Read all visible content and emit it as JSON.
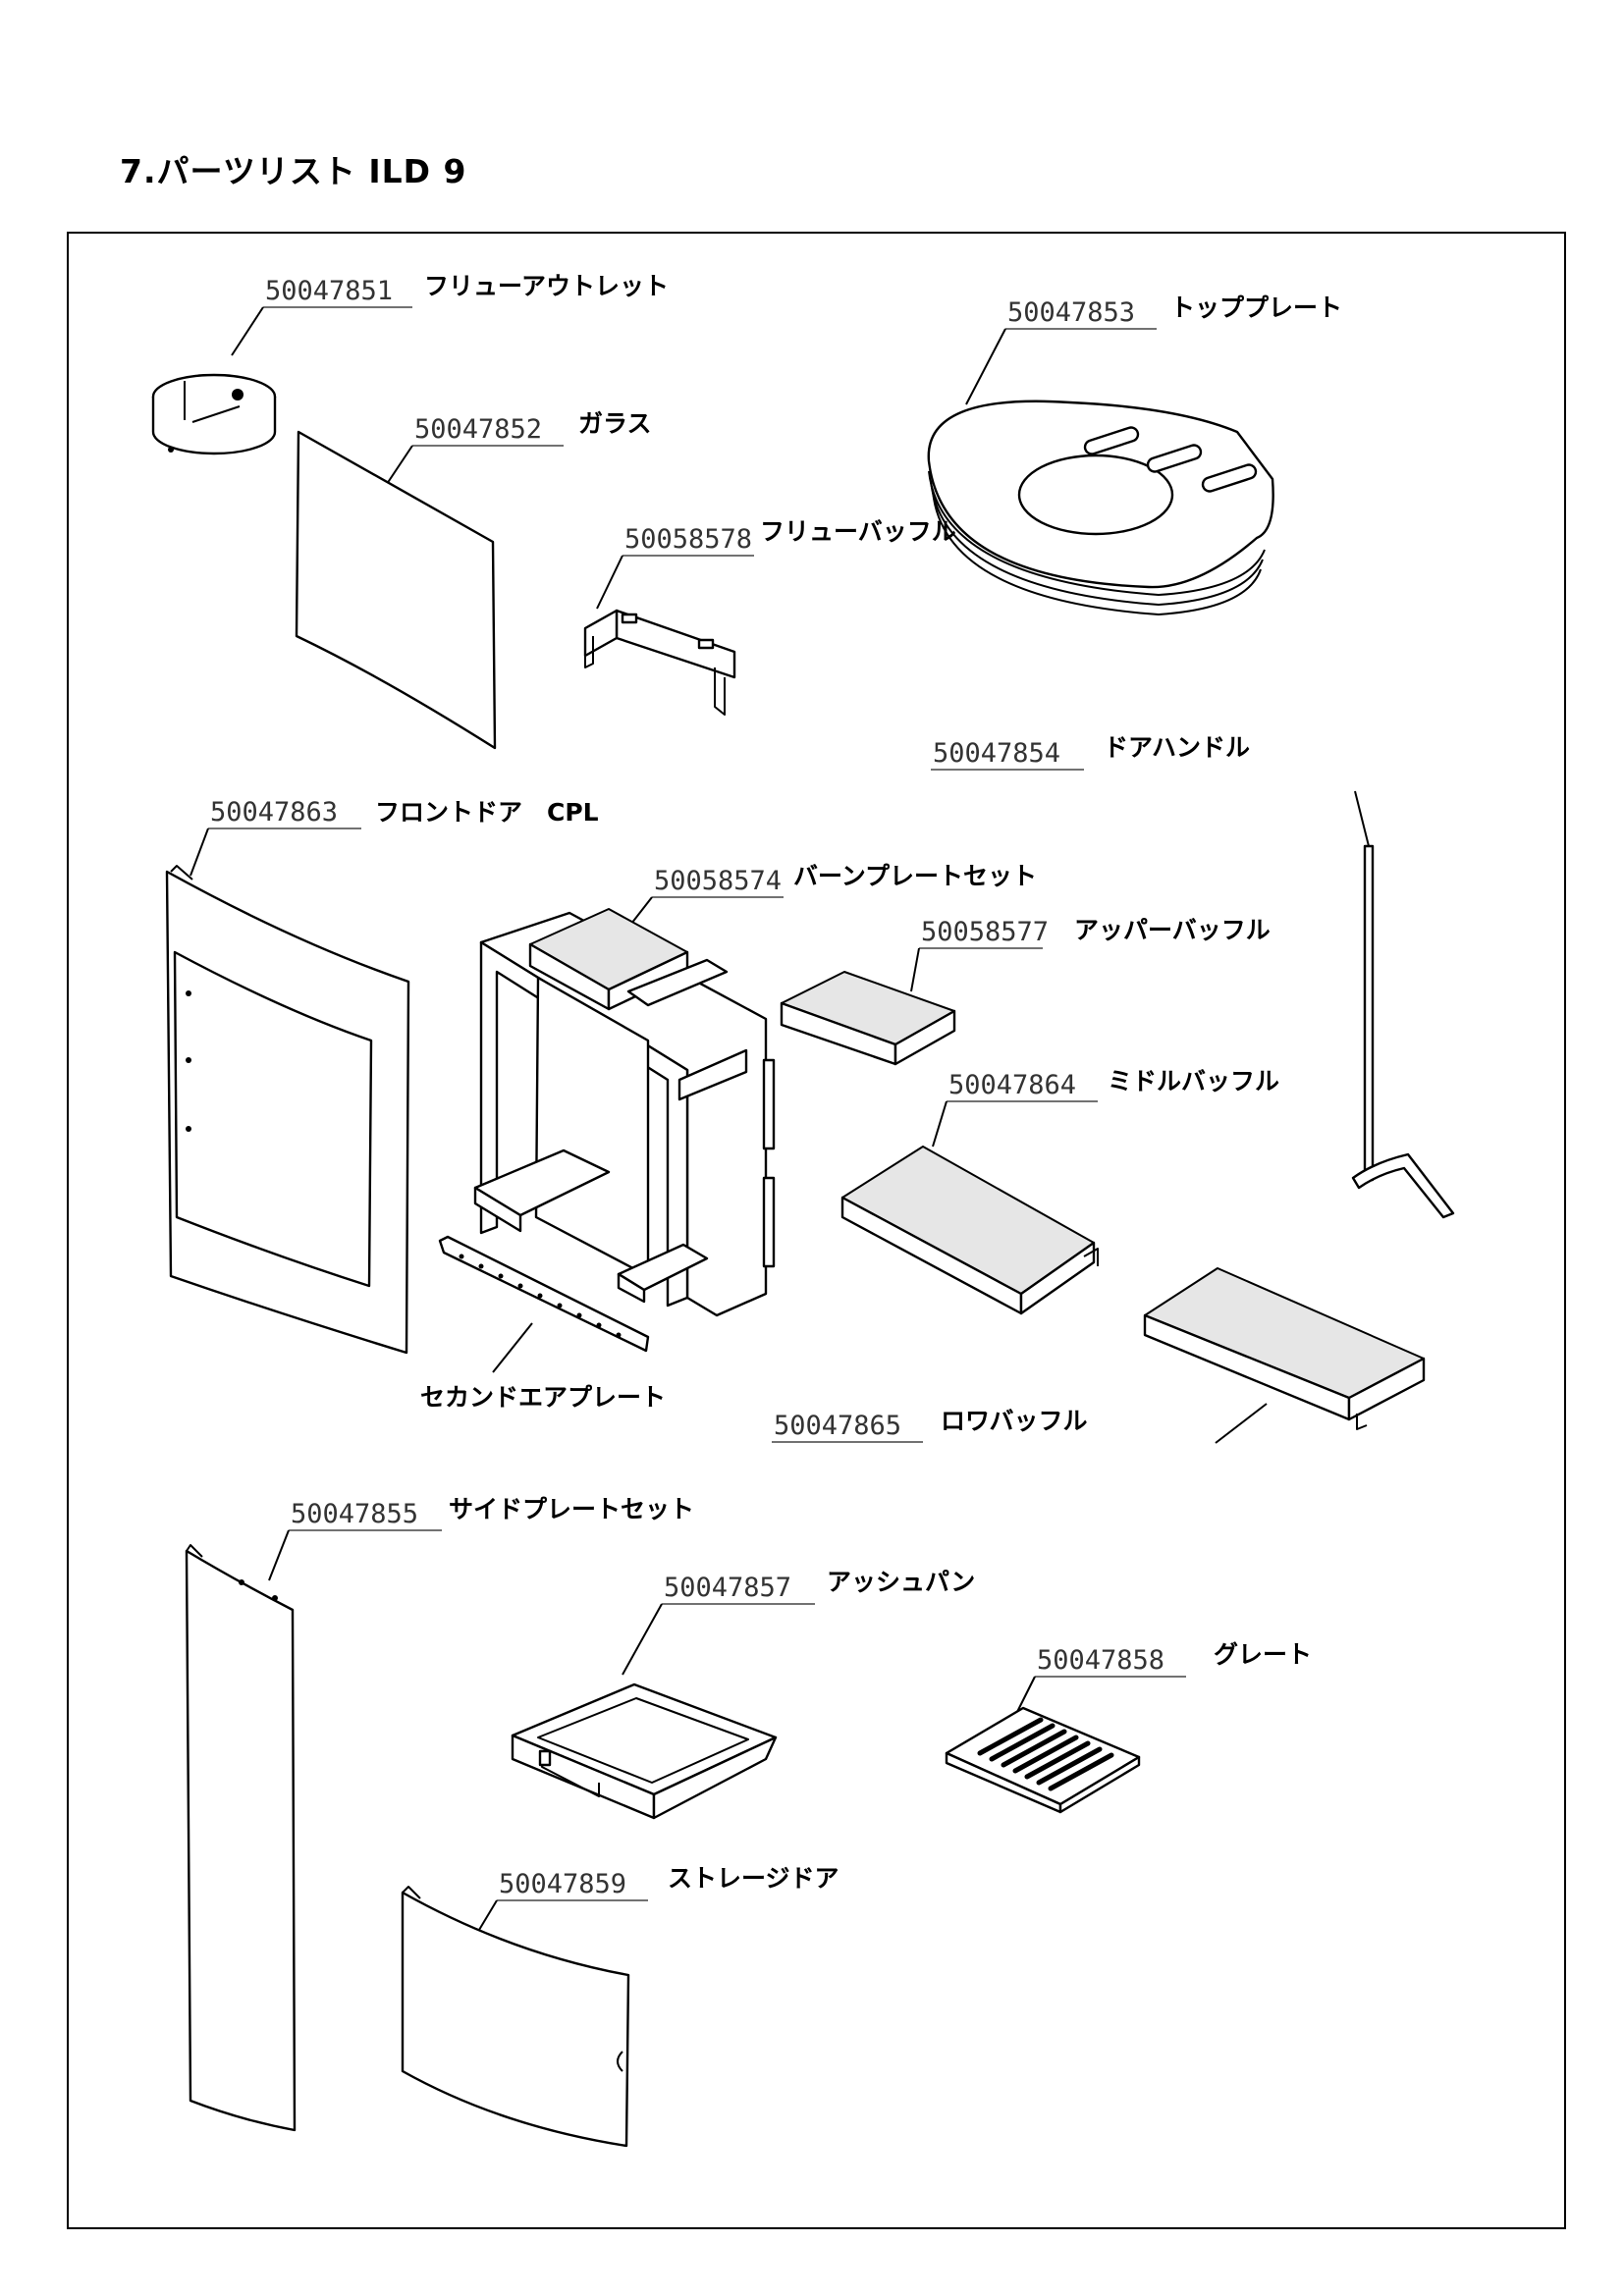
{
  "title": "7.パーツリスト ILD 9",
  "parts": [
    {
      "id": "flue_outlet",
      "number": "50047851",
      "name": "フリューアウトレット"
    },
    {
      "id": "top_plate",
      "number": "50047853",
      "name": "トッププレート"
    },
    {
      "id": "glass",
      "number": "50047852",
      "name": "ガラス"
    },
    {
      "id": "flue_baffle",
      "number": "50058578",
      "name": "フリューバッフル"
    },
    {
      "id": "door_handle",
      "number": "50047854",
      "name": "ドアハンドル"
    },
    {
      "id": "front_door",
      "number": "50047863",
      "name": "フロントドア　CPL"
    },
    {
      "id": "burn_plate_set",
      "number": "50058574",
      "name": "バーンプレートセット"
    },
    {
      "id": "upper_baffle",
      "number": "50058577",
      "name": "アッパーバッフル"
    },
    {
      "id": "middle_baffle",
      "number": "50047864",
      "name": "ミドルバッフル"
    },
    {
      "id": "second_air_plate",
      "number": "",
      "name": "セカンドエアプレート"
    },
    {
      "id": "lower_baffle",
      "number": "50047865",
      "name": "ロワバッフル"
    },
    {
      "id": "side_plate_set",
      "number": "50047855",
      "name": "サイドプレートセット"
    },
    {
      "id": "ash_pan",
      "number": "50047857",
      "name": "アッシュパン"
    },
    {
      "id": "grate",
      "number": "50047858",
      "name": "グレート"
    },
    {
      "id": "storage_door",
      "number": "50047859",
      "name": "ストレージドア"
    }
  ]
}
